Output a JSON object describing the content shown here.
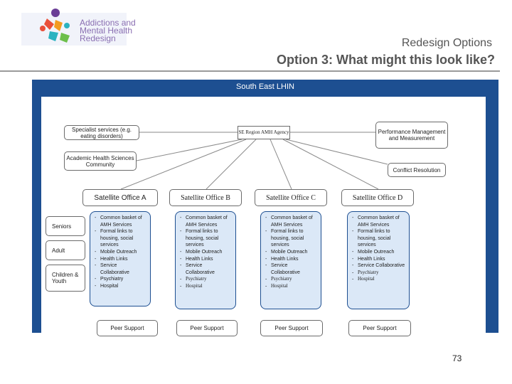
{
  "logo": {
    "lines": [
      "Addictions and",
      "Mental Health",
      "Redesign"
    ]
  },
  "header": {
    "subtitle": "Redesign Options",
    "title": "Option 3:  What might this look like?"
  },
  "diagram": {
    "region_title": "South East LHIN",
    "agency": "SE Region AMH Agency",
    "specialist": "Specialist services (e.g. eating disorders)",
    "academic": "Academic Health Sciences Community",
    "performance": "Performance Management and Measurement",
    "conflict": "Conflict Resolution",
    "client_groups": [
      "Seniors",
      "Adult",
      "Children & Youth"
    ],
    "offices": [
      {
        "name": "Satellite Office A",
        "services": [
          "Common basket of AMH Services",
          "Formal links to housing, social services",
          "Mobile Outreach",
          "Health Links",
          "Service Collaborative",
          "Psychiatry",
          "Hospital"
        ],
        "peer": "Peer Support"
      },
      {
        "name": "Satellite Office B",
        "services": [
          "Common basket of AMH Services",
          "Formal links to housing, social services",
          "Mobile Outreach",
          "Health Links",
          "Service Collaborative",
          "Psychiatry",
          "Hospital"
        ],
        "peer": "Peer Support"
      },
      {
        "name": "Satellite Office C",
        "services": [
          "Common basket of AMH Services",
          "Formal links to housing, social services",
          "Mobile Outreach",
          "Health Links",
          "Service Collaborative",
          "Psychiatry",
          "Hospital"
        ],
        "peer": "Peer Support"
      },
      {
        "name": "Satellite Office D",
        "services": [
          "Common basket of AMH Services",
          "Formal links to housing, social services",
          "Mobile Outreach",
          "Health Links",
          "Service Collaborative",
          "Psychiatry",
          "Hospital"
        ],
        "peer": "Peer Support"
      }
    ]
  },
  "page_number": "73"
}
